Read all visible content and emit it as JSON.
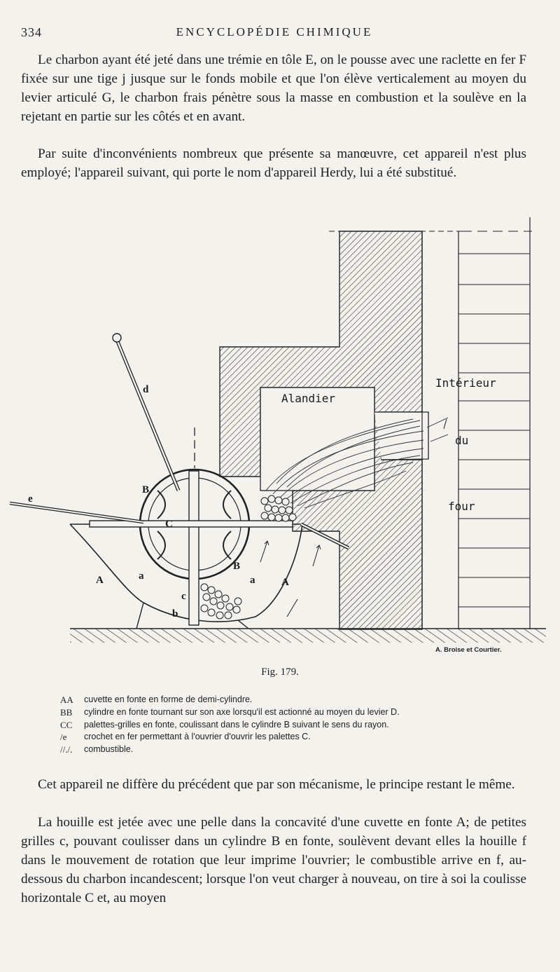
{
  "header": {
    "page_number": "334",
    "journal": "ENCYCLOPÉDIE CHIMIQUE"
  },
  "body": {
    "paragraph_1": "Le charbon ayant été jeté dans une trémie en tôle E, on le pousse avec une raclette en fer F fixée sur une tige j jusque sur le fonds mobile et que l'on élève verticalement au moyen du levier articulé G, le charbon frais pénètre sous la masse en combustion et la soulève en la rejetant en partie sur les côtés et en avant.",
    "paragraph_2": "Par suite d'inconvénients nombreux que présente sa manœuvre, cet appareil n'est plus employé; l'appareil suivant, qui porte le nom d'appareil Herdy, lui a été substitué.",
    "paragraph_3": "Cet appareil ne diffère du précédent que par son mécanisme, le principe restant le même.",
    "paragraph_4": "La houille est jetée avec une pelle dans la concavité d'une cuvette en fonte A; de petites grilles c, pouvant coulisser dans un cylindre B en fonte, soulèvent devant elles la houille f dans le mouvement de rotation que leur imprime l'ouvrier; le combustible arrive en f, au-dessous du charbon incandescent; lorsque l'on veut charger à nouveau, on tire à soi la coulisse horizontale C et, au moyen"
  },
  "figure": {
    "labels": {
      "alandier": "Alandier",
      "interieur": "Intérieur",
      "du": "du",
      "four": "four",
      "d": "d",
      "e": "e",
      "B_upper": "B",
      "C": "C",
      "B_lower": "B",
      "A_left": "A",
      "A_right": "A",
      "a_left": "a",
      "a_right": "a",
      "c": "c",
      "b": "b"
    },
    "credit": "A. Broise et Courtier.",
    "caption": "Fig. 179.",
    "legend": [
      {
        "key": "AA",
        "text": "cuvette en fonte en forme de demi-cylindre."
      },
      {
        "key": "BB",
        "text": "cylindre en fonte tournant sur son axe lorsqu'il est actionné au moyen du levier D."
      },
      {
        "key": "CC",
        "text": "palettes-grilles en fonte, coulissant dans le cylindre B suivant le sens du rayon."
      },
      {
        "key": "/e",
        "text": "crochet en fer permettant à l'ouvrier d'ouvrir les palettes C."
      },
      {
        "key": "//./.",
        "text": "combustible."
      }
    ]
  }
}
